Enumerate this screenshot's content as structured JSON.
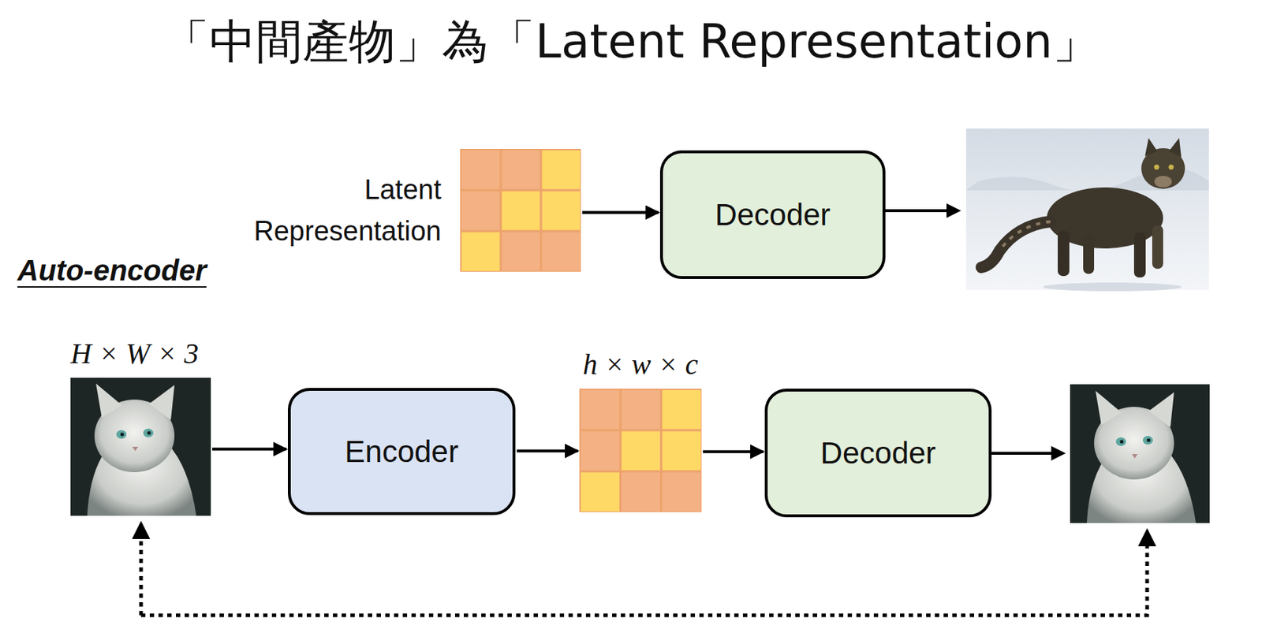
{
  "diagram": {
    "title": "「中間產物」為「Latent Representation」",
    "nodes": [
      {
        "text": [
          "Latent Representation"
        ]
      },
      {
        "text": [
          "Decoder"
        ]
      },
      {
        "text": [
          "H × W × 3"
        ]
      },
      {
        "text": [
          "Encoder"
        ]
      },
      {
        "text": [
          "h × w × c"
        ]
      },
      {
        "text": [
          "Decoder"
        ]
      }
    ],
    "edges": [
      {
        "from": 0,
        "to": 1,
        "arrow": "to"
      },
      {
        "from": 2,
        "to": 3,
        "arrow": "to"
      },
      {
        "from": 3,
        "to": 4,
        "arrow": "to"
      },
      {
        "from": 4,
        "to": 5,
        "arrow": "to"
      }
    ],
    "labels": [
      "Auto-encoder"
    ]
  }
}
